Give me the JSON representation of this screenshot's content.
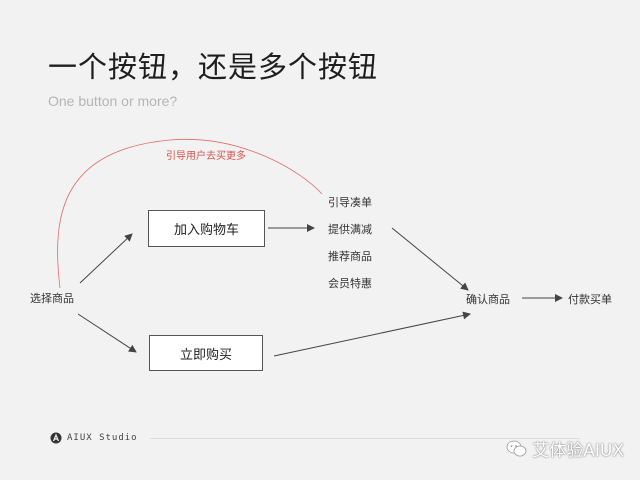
{
  "slide": {
    "title": "一个按钮，还是多个按钮",
    "subtitle": "One button or more?"
  },
  "diagram": {
    "start": "选择商品",
    "add_to_cart": "加入购物车",
    "buy_now": "立即购买",
    "upsell_note": "引导用户去买更多",
    "upsell_options": [
      "引导凑单",
      "提供满减",
      "推荐商品",
      "会员特惠"
    ],
    "confirm": "确认商品",
    "pay": "付款买单"
  },
  "footer": {
    "brand": "AIUX Studio",
    "watermark": "艾体验AIUX"
  },
  "colors": {
    "background": "#f2f2f2",
    "accent_red": "#e06a6a",
    "line": "#444444"
  }
}
